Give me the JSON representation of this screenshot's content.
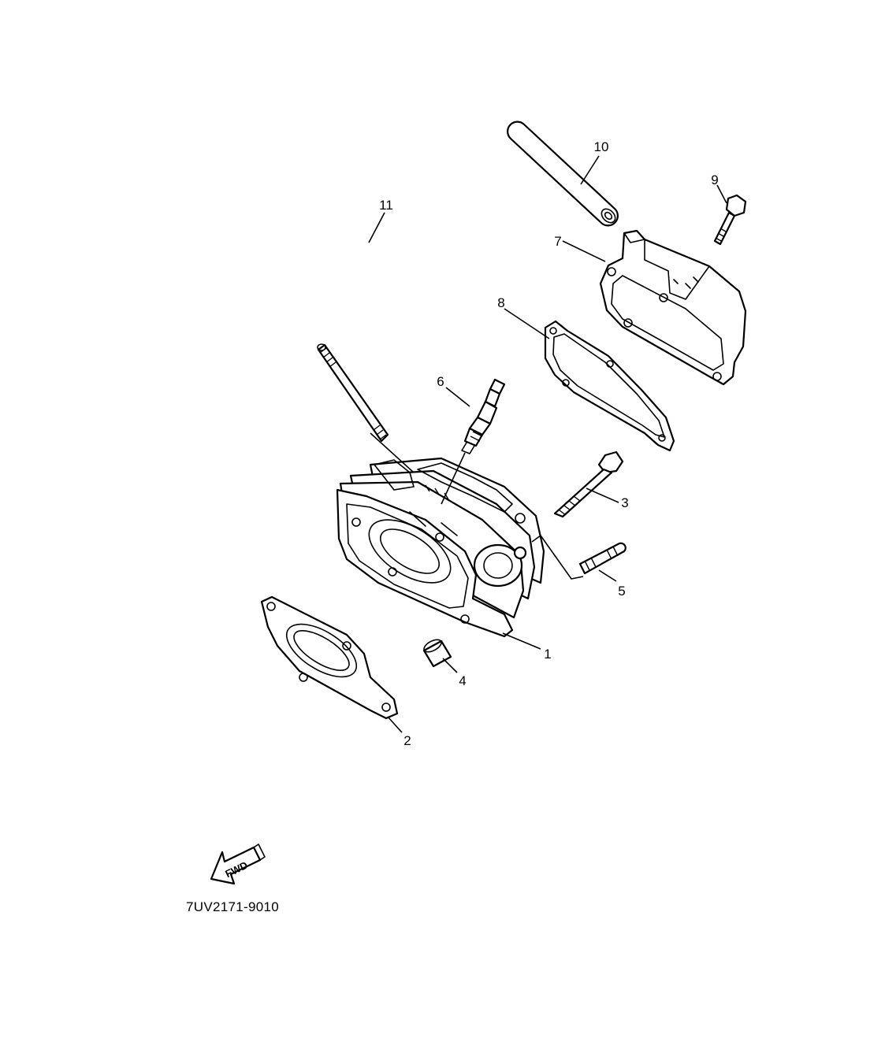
{
  "diagram": {
    "callouts": [
      "1",
      "2",
      "3",
      "4",
      "5",
      "6",
      "7",
      "8",
      "9",
      "10",
      "11"
    ],
    "fwd_label": "FWD",
    "part_number": "7UV2171-9010"
  }
}
